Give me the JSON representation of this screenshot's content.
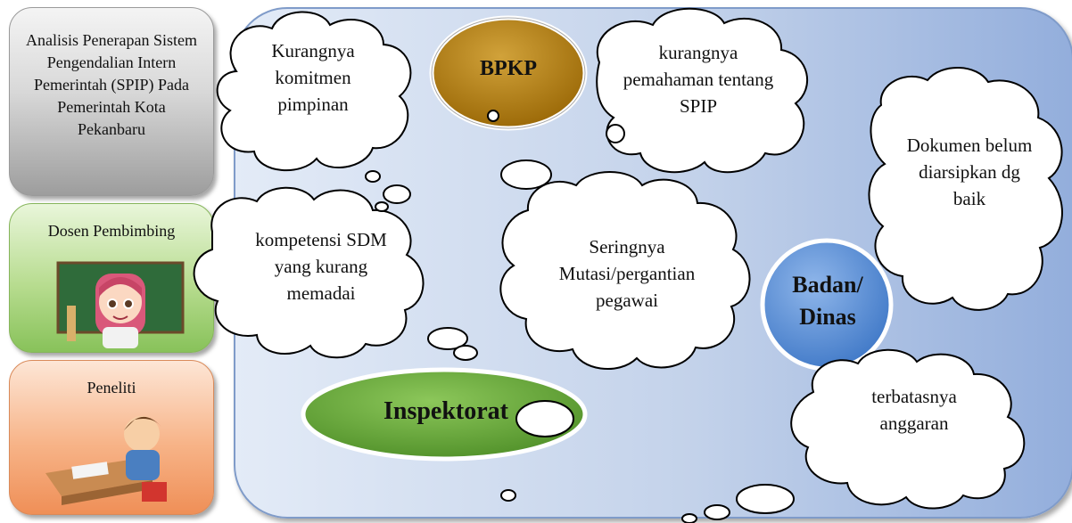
{
  "side_boxes": {
    "title": "Analisis Penerapan Sistem Pengendalian Intern Pemerintah (SPIP) Pada Pemerintah Kota Pekanbaru",
    "dosen": "Dosen Pembimbing",
    "peneliti": "Peneliti"
  },
  "ovals": {
    "bpkp": "BPKP",
    "badan": "Badan/ Dinas",
    "inspektorat": "Inspektorat"
  },
  "clouds": {
    "komitmen": "Kurangnya komitmen pimpinan",
    "pemahaman": "kurangnya pemahaman tentang SPIP",
    "dokumen": "Dokumen belum diarsipkan dg baik",
    "kompetensi": "kompetensi SDM yang kurang memadai",
    "mutasi": "Seringnya Mutasi/pergantian pegawai",
    "anggaran": "terbatasnya anggaran"
  },
  "colors": {
    "bpkp": "#b8860b",
    "badan": "#5b8fd6",
    "inspektorat": "#6aab3c",
    "panel": "#c3d2ea"
  }
}
